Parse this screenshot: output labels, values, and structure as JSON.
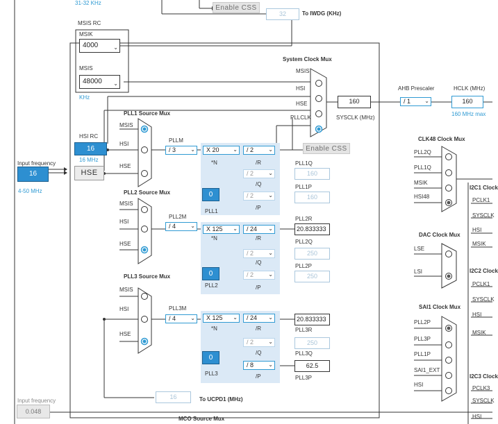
{
  "top": {
    "lse_range": "31-32 KHz",
    "enable_css_top": "Enable CSS",
    "iwdg_value": "32",
    "iwdg_label": "To IWDG (KHz)"
  },
  "msis": {
    "title": "MSIS RC",
    "msik_label": "MSIK",
    "msik_value": "4000",
    "msis_label": "MSIS",
    "msis_value": "48000",
    "unit": "KHz"
  },
  "sysclk_mux": {
    "title": "System Clock Mux",
    "inputs": [
      "MSIS",
      "HSI",
      "HSE",
      "PLLCLK"
    ],
    "sysclk_value": "160",
    "sysclk_label": "SYSCLK (MHz)",
    "enable_css": "Enable CSS"
  },
  "ahb": {
    "label": "AHB Prescaler",
    "value": "/ 1",
    "hclk_label": "HCLK (MHz)",
    "hclk_value": "160",
    "hclk_max": "160 MHz max"
  },
  "hsi": {
    "title": "HSI RC",
    "value": "16",
    "freq": "16 MHz"
  },
  "hse": {
    "label": "HSE"
  },
  "input_freq": {
    "label": "Input frequency",
    "value": "16",
    "range": "4-50 MHz"
  },
  "input_freq2": {
    "label": "Input frequency",
    "value": "0.048"
  },
  "pll1": {
    "mux_title": "PLL1 Source Mux",
    "inputs": [
      "MSIS",
      "HSI",
      "HSE"
    ],
    "m_label": "PLLM",
    "m_value": "/ 3",
    "n_value": "X 20",
    "n_label": "*N",
    "r_value": "/ 2",
    "r_label": "/R",
    "q_value": "/ 2",
    "q_label": "/Q",
    "q_out_label": "PLL1Q",
    "q_out": "160",
    "p_value": "/ 2",
    "p_label": "/P",
    "p_out_label": "PLL1P",
    "p_out": "160",
    "frac": "0",
    "name": "PLL1"
  },
  "pll2": {
    "mux_title": "PLL2 Source Mux",
    "inputs": [
      "MSIS",
      "HSI",
      "HSE"
    ],
    "m_label": "PLL2M",
    "m_value": "/ 4",
    "n_value": "X 125",
    "n_label": "*N",
    "r_value": "/ 24",
    "r_label": "/R",
    "r_out_label": "PLL2R",
    "r_out": "20.833333",
    "q_value": "/ 2",
    "q_label": "/Q",
    "q_out_label": "PLL2Q",
    "q_out": "250",
    "p_value": "/ 2",
    "p_label": "/P",
    "p_out_label": "PLL2P",
    "p_out": "250",
    "frac": "0",
    "name": "PLL2"
  },
  "pll3": {
    "mux_title": "PLL3 Source Mux",
    "inputs": [
      "MSIS",
      "HSI",
      "HSE"
    ],
    "m_label": "PLL3M",
    "m_value": "/ 4",
    "n_value": "X 125",
    "n_label": "*N",
    "r_value": "/ 24",
    "r_label": "/R",
    "r_out_label": "PLL3R",
    "r_out": "20.833333",
    "q_value": "/ 2",
    "q_label": "/Q",
    "q_out_label": "PLL3Q",
    "q_out": "250",
    "p_value": "/ 8",
    "p_label": "/P",
    "p_out_label": "PLL3P",
    "p_out": "62.5",
    "frac": "0",
    "name": "PLL3"
  },
  "ucpd": {
    "value": "16",
    "label": "To UCPD1 (MHz)"
  },
  "mco": {
    "title": "MCO Source Mux"
  },
  "clk48": {
    "title": "CLK48 Clock Mux",
    "inputs": [
      "PLL2Q",
      "PLL1Q",
      "MSIK",
      "HSI48"
    ]
  },
  "dac": {
    "title": "DAC Clock Mux",
    "inputs": [
      "LSE",
      "LSI"
    ]
  },
  "sai1": {
    "title": "SAI1 Clock Mux",
    "inputs": [
      "PLL2P",
      "PLL3P",
      "PLL1P",
      "SAI1_EXT",
      "HSI"
    ]
  },
  "i2c1": {
    "title": "I2C1 Clock",
    "inputs": [
      "PCLK1",
      "SYSCLK",
      "HSI",
      "MSIK"
    ]
  },
  "i2c2": {
    "title": "I2C2 Clock",
    "inputs": [
      "PCLK1",
      "SYSCLK",
      "HSI",
      "MSIK"
    ]
  },
  "i2c3": {
    "title": "I2C3 Clock",
    "inputs": [
      "PCLK3",
      "SYSCLK",
      "HSI"
    ]
  },
  "colors": {
    "accent": "#2f9ad3",
    "panel": "#dbe9f6",
    "active": "#2d8fd1"
  }
}
